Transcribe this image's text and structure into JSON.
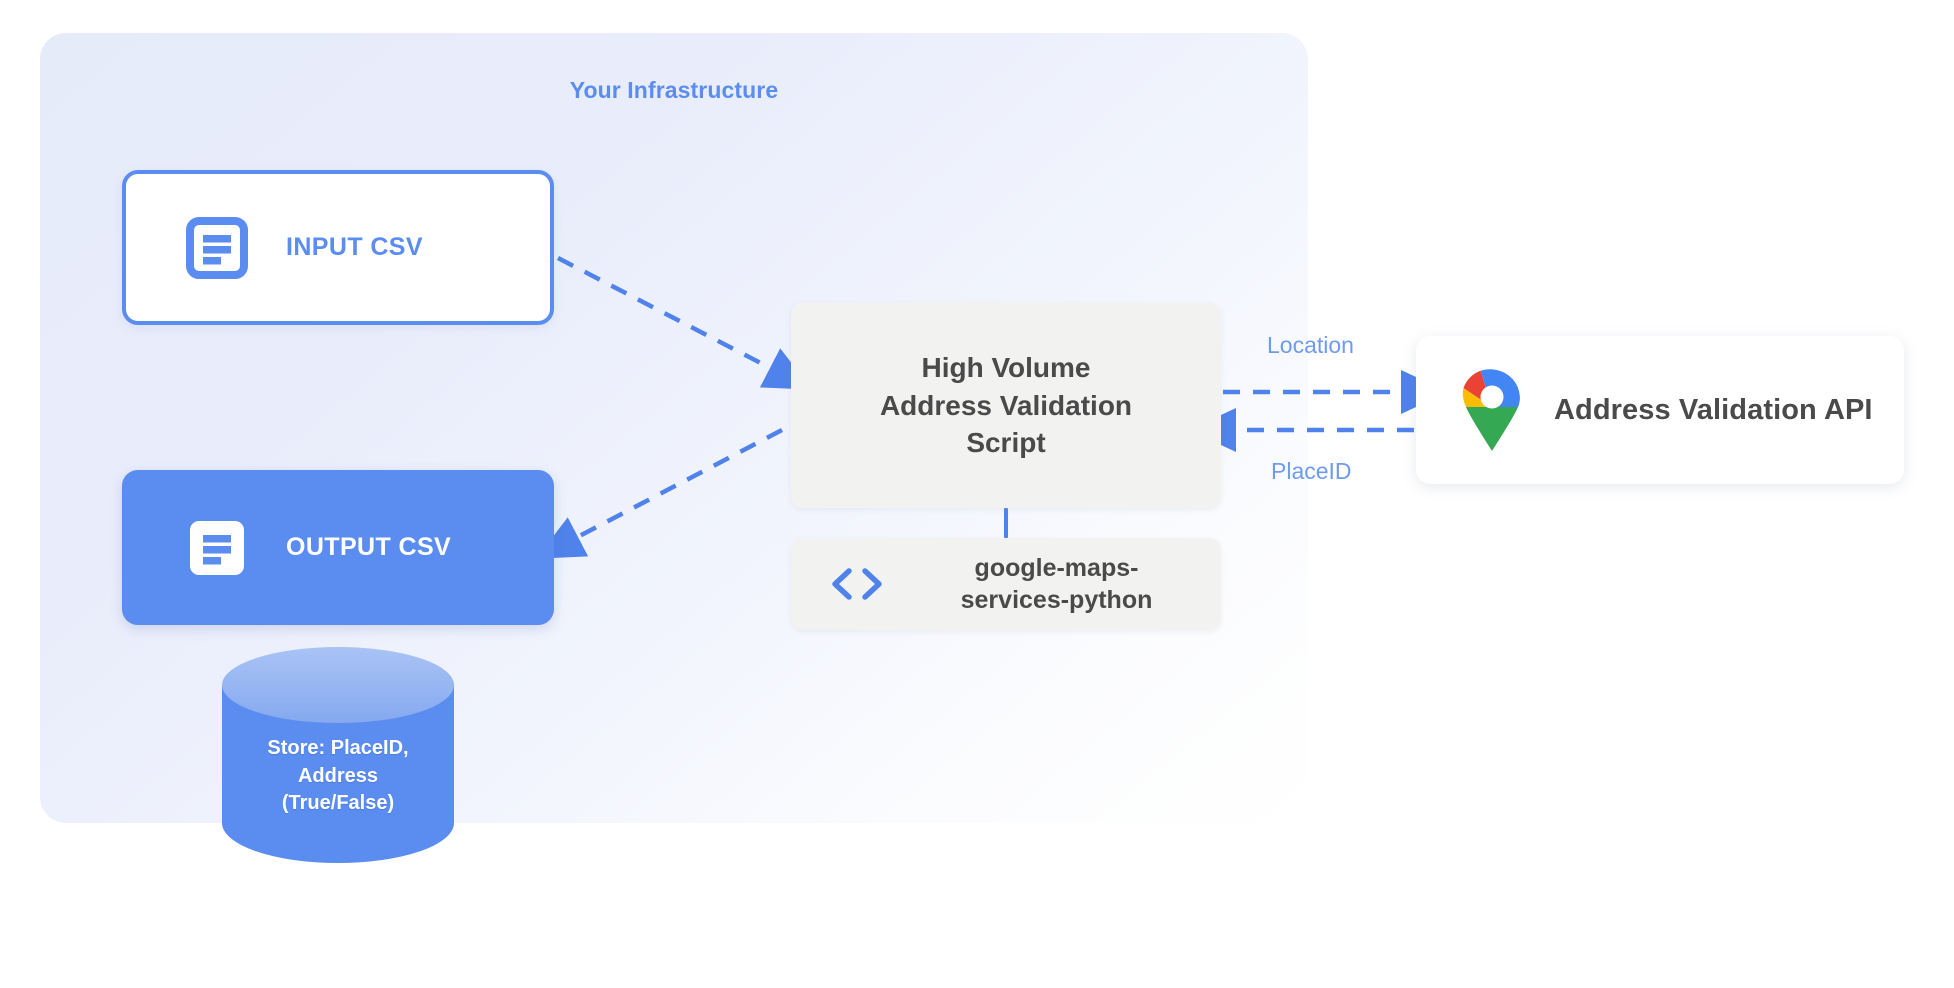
{
  "diagram": {
    "panel": {
      "title": "Your Infrastructure"
    },
    "nodes": {
      "input_csv": {
        "label": "INPUT CSV",
        "icon": "document-icon"
      },
      "output_csv": {
        "label": "OUTPUT CSV",
        "icon": "document-icon"
      },
      "script": {
        "line1": "High Volume",
        "line2": "Address Validation",
        "line3": "Script"
      },
      "library": {
        "line1": "google-maps-",
        "line2": "services-python",
        "icon": "code-brackets-icon"
      },
      "api": {
        "label": "Address Validation API",
        "icon": "google-maps-pin-icon"
      },
      "database": {
        "line1": "Store: PlaceID,",
        "line2": "Address",
        "line3": "(True/False)",
        "icon": "database-cylinder-icon"
      }
    },
    "edges": {
      "location": "Location",
      "placeid": "PlaceID"
    },
    "colors": {
      "accent_blue": "#5b8df0",
      "edge_blue": "#4f82ea",
      "label_blue": "#6e9bf2",
      "panel_bg": "#e6ebfa",
      "box_gray": "#f2f2f1",
      "text_dark": "#4a4a4a",
      "maps_blue": "#4285f4",
      "maps_red": "#ea4335",
      "maps_yellow": "#fbbc04",
      "maps_green": "#34a853"
    }
  }
}
